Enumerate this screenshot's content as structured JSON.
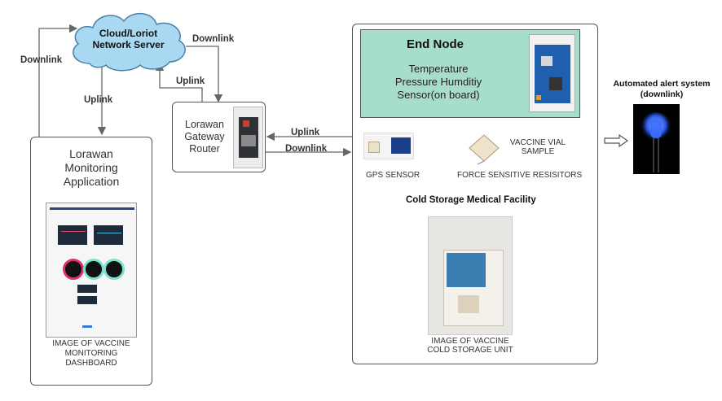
{
  "cloud": {
    "label_line1": "Cloud/Loriot",
    "label_line2": "Network Server"
  },
  "links": {
    "downlink_left": "Downlink",
    "uplink_left": "Uplink",
    "downlink_top": "Downlink",
    "uplink_top": "Uplink",
    "uplink_mid": "Uplink",
    "downlink_mid": "Downlink"
  },
  "monitoring": {
    "title_line1": "Lorawan",
    "title_line2": "Monitoring",
    "title_line3": "Application",
    "caption_line1": "IMAGE OF VACCINE",
    "caption_line2": "MONITORING",
    "caption_line3": "DASHBOARD"
  },
  "gateway": {
    "line1": "Lorawan",
    "line2": "Gateway",
    "line3": "Router"
  },
  "end_node": {
    "title": "End Node",
    "line1": "Temperature",
    "line2": "Pressure Humditiy",
    "line3": "Sensor(on board)"
  },
  "sensors": {
    "gps": "GPS SENSOR",
    "fsr": "FORCE SENSITIVE RESISITORS",
    "vial_line1": "VACCINE VIAL",
    "vial_line2": "SAMPLE"
  },
  "facility": {
    "title": "Cold Storage Medical Facility",
    "caption_line1": "IMAGE OF VACCINE",
    "caption_line2": "COLD STORAGE UNIT"
  },
  "alert": {
    "line1": "Automated alert system",
    "line2": "(downlink)"
  },
  "colors": {
    "cloud": "#a9d8f2",
    "end_node": "#a7ddcb",
    "board": "#1f5fae",
    "led": "#3a6cff"
  }
}
